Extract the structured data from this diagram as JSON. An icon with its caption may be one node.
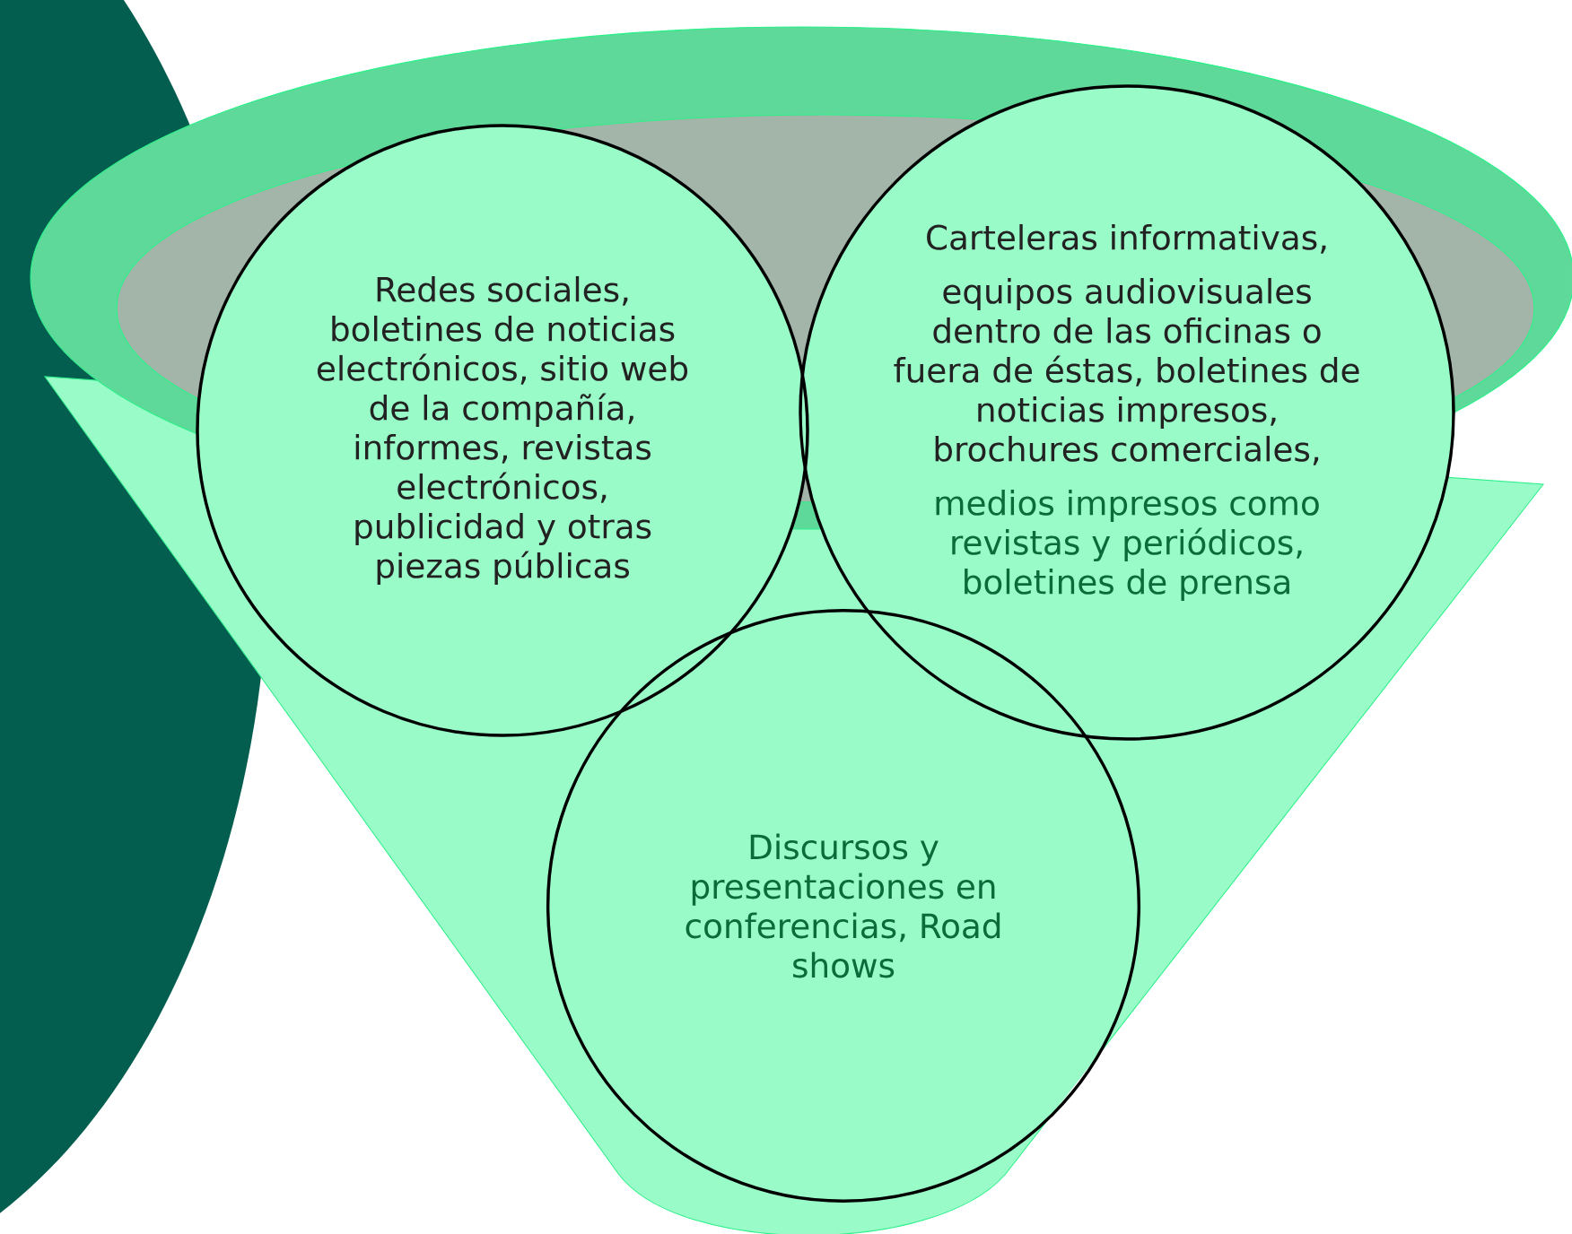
{
  "diagram": {
    "nodes": [
      {
        "text": [
          "Redes sociales, boletines de noticias electrónicos, sitio web de la compañía, informes, revistas electrónicos, publicidad y otras piezas públicas"
        ]
      },
      {
        "text": [
          "Carteleras informativas,",
          "equipos audiovisuales dentro de las oficinas o fuera de éstas, boletines de noticias impresos, brochures comerciales,",
          "medios impresos como revistas y periódicos, boletines de prensa"
        ]
      },
      {
        "text": [
          "Discursos y presentaciones en conferencias, Road shows"
        ]
      }
    ]
  }
}
